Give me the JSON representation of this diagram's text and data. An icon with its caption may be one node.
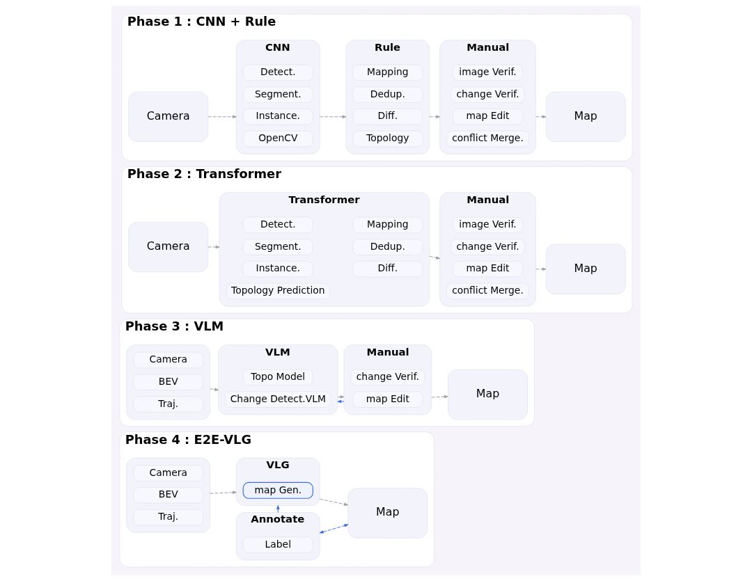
{
  "diagram": {
    "nodes": [
      {
        "text": [
          "Phase 1 : CNN + Rule"
        ]
      },
      {
        "text": [
          "Camera"
        ],
        "in": 0
      },
      {
        "text": [
          "CNN"
        ],
        "in": 0
      },
      {
        "text": [
          "Detect."
        ],
        "in": 2
      },
      {
        "text": [
          "Segment."
        ],
        "in": 2
      },
      {
        "text": [
          "Instance."
        ],
        "in": 2
      },
      {
        "text": [
          "OpenCV"
        ],
        "in": 2
      },
      {
        "text": [
          "Rule"
        ],
        "in": 0
      },
      {
        "text": [
          "Mapping"
        ],
        "in": 7
      },
      {
        "text": [
          "Dedup."
        ],
        "in": 7
      },
      {
        "text": [
          "Diff."
        ],
        "in": 7
      },
      {
        "text": [
          "Topology"
        ],
        "in": 7
      },
      {
        "text": [
          "Manual"
        ],
        "in": 0
      },
      {
        "text": [
          "image Verif."
        ],
        "in": 12
      },
      {
        "text": [
          "change Verif."
        ],
        "in": 12
      },
      {
        "text": [
          "map Edit"
        ],
        "in": 12
      },
      {
        "text": [
          "conflict Merge."
        ],
        "in": 12
      },
      {
        "text": [
          "Map"
        ],
        "in": 0
      },
      {
        "text": [
          "Phase 2 : Transformer"
        ]
      },
      {
        "text": [
          "Camera"
        ],
        "in": 18
      },
      {
        "text": [
          "Transformer"
        ],
        "in": 18
      },
      {
        "text": [
          "Detect."
        ],
        "in": 20
      },
      {
        "text": [
          "Mapping"
        ],
        "in": 20
      },
      {
        "text": [
          "Segment."
        ],
        "in": 20
      },
      {
        "text": [
          "Dedup."
        ],
        "in": 20
      },
      {
        "text": [
          "Instance."
        ],
        "in": 20
      },
      {
        "text": [
          "Diff."
        ],
        "in": 20
      },
      {
        "text": [
          "Topology Prediction"
        ],
        "in": 20
      },
      {
        "text": [
          "Manual"
        ],
        "in": 18
      },
      {
        "text": [
          "image Verif."
        ],
        "in": 28
      },
      {
        "text": [
          "change Verif."
        ],
        "in": 28
      },
      {
        "text": [
          "map Edit"
        ],
        "in": 28
      },
      {
        "text": [
          "conflict Merge."
        ],
        "in": 28
      },
      {
        "text": [
          "Map"
        ],
        "in": 18
      },
      {
        "text": [
          "Phase 3 : VLM"
        ]
      },
      {
        "text": [],
        "shape": "box",
        "in": 34
      },
      {
        "text": [
          "Camera"
        ],
        "in": 35
      },
      {
        "text": [
          "BEV"
        ],
        "in": 35
      },
      {
        "text": [
          "Traj."
        ],
        "in": 35
      },
      {
        "text": [
          "VLM"
        ],
        "in": 34
      },
      {
        "text": [
          "Topo Model"
        ],
        "in": 39
      },
      {
        "text": [
          "Change Detect.VLM"
        ],
        "in": 39
      },
      {
        "text": [
          "Manual"
        ],
        "in": 34
      },
      {
        "text": [
          "change Verif."
        ],
        "in": 42
      },
      {
        "text": [
          "map Edit"
        ],
        "in": 42
      },
      {
        "text": [
          "Map"
        ],
        "in": 34
      },
      {
        "text": [
          "Phase 4 : E2E-VLG"
        ]
      },
      {
        "text": [],
        "shape": "box",
        "in": 46
      },
      {
        "text": [
          "Camera"
        ],
        "in": 47
      },
      {
        "text": [
          "BEV"
        ],
        "in": 47
      },
      {
        "text": [
          "Traj."
        ],
        "in": 47
      },
      {
        "text": [
          "VLG"
        ],
        "in": 46
      },
      {
        "text": [
          "map Gen."
        ],
        "in": 51
      },
      {
        "text": [
          "Annotate"
        ],
        "in": 46
      },
      {
        "text": [
          "Label"
        ],
        "in": 53
      },
      {
        "text": [
          "Map"
        ],
        "in": 46
      }
    ],
    "edges": [
      {
        "from": 1,
        "to": 2,
        "arrow": "to",
        "style": "dashed"
      },
      {
        "from": 2,
        "to": 7,
        "arrow": "to",
        "style": "dashed"
      },
      {
        "from": 7,
        "to": 12,
        "arrow": "to",
        "style": "dashed"
      },
      {
        "from": 12,
        "to": 17,
        "arrow": "to",
        "style": "dashed"
      },
      {
        "from": 19,
        "to": 20,
        "arrow": "to",
        "style": "dashed"
      },
      {
        "from": 20,
        "to": 28,
        "arrow": "to",
        "style": "dashed"
      },
      {
        "from": 28,
        "to": 33,
        "arrow": "to",
        "style": "dashed"
      },
      {
        "from": 35,
        "to": 39,
        "arrow": "to",
        "style": "dashed"
      },
      {
        "from": 39,
        "to": 42,
        "arrow": "to",
        "style": "dashed"
      },
      {
        "from": 42,
        "to": 45,
        "arrow": "to",
        "style": "dashed"
      },
      {
        "from": 42,
        "to": 39,
        "arrow": "to",
        "style": "dashed",
        "color": "#3d6ee8"
      },
      {
        "from": 47,
        "to": 51,
        "arrow": "to",
        "style": "dashed"
      },
      {
        "from": 51,
        "to": 55,
        "arrow": "to",
        "style": "dashed"
      },
      {
        "from": 53,
        "to": 51,
        "arrow": "to",
        "style": "dashed",
        "color": "#3d6ee8"
      },
      {
        "from": 53,
        "to": 55,
        "arrow": "both",
        "style": "dashed",
        "color": "#3d6ee8"
      }
    ]
  }
}
